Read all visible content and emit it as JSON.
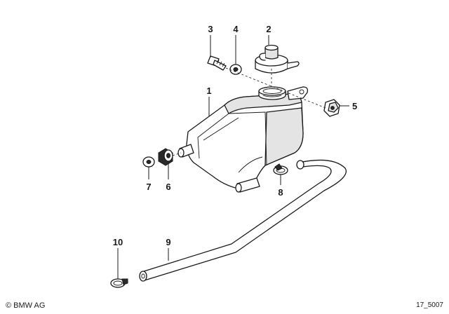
{
  "diagram": {
    "callouts": [
      {
        "id": "1",
        "label": "1"
      },
      {
        "id": "2",
        "label": "2"
      },
      {
        "id": "3",
        "label": "3"
      },
      {
        "id": "4",
        "label": "4"
      },
      {
        "id": "5",
        "label": "5"
      },
      {
        "id": "6",
        "label": "6"
      },
      {
        "id": "7",
        "label": "7"
      },
      {
        "id": "8",
        "label": "8"
      },
      {
        "id": "9",
        "label": "9"
      },
      {
        "id": "10",
        "label": "10"
      }
    ]
  },
  "footer": {
    "copyright": "© BMW AG",
    "drawing_number": "17_5007"
  }
}
